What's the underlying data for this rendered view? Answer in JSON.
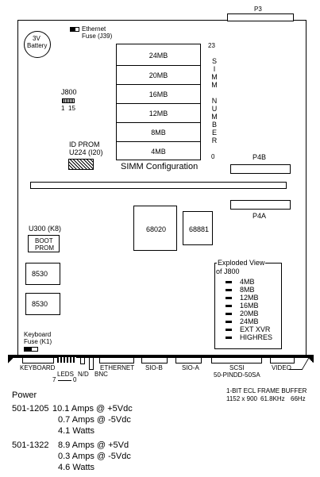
{
  "board": {
    "p3": "P3",
    "battery": [
      "3V",
      "Battery"
    ],
    "ethernet_fuse": [
      "Ethernet",
      "Fuse (J39)"
    ],
    "simm_top_num": "23",
    "simm_bottom_num": "0",
    "simm_vertical": [
      "S",
      "I",
      "M",
      "M",
      "",
      "N",
      "U",
      "M",
      "B",
      "E",
      "R"
    ],
    "simm_rows": [
      "24MB",
      "20MB",
      "16MB",
      "12MB",
      "8MB",
      "4MB"
    ],
    "simm_caption": "SIMM Configuration",
    "j800": {
      "label": "J800",
      "left": "1",
      "right": "15"
    },
    "id_prom": [
      "ID PROM",
      "U224 (I20)"
    ],
    "p4b": "P4B",
    "p4a": "P4A",
    "u300": "U300 (K8)",
    "boot_prom": [
      "BOOT",
      "PROM"
    ],
    "chip_68020": "68020",
    "chip_68881": "68881",
    "chip_8530_a": "8530",
    "chip_8530_b": "8530",
    "exploded": {
      "title": [
        "Exploded View",
        "of J800"
      ],
      "items": [
        "4MB",
        "8MB",
        "12MB",
        "16MB",
        "20MB",
        "24MB",
        "EXT XVR",
        "HIGHRES"
      ]
    },
    "keyboard_fuse": [
      "Keyboard",
      "Fuse (K1)"
    ]
  },
  "connectors": {
    "keyboard": "KEYBOARD",
    "leds": "LEDS",
    "leds_range": [
      "7",
      "0"
    ],
    "nd": "N/D",
    "bnc": "BNC",
    "ethernet": "ETHERNET",
    "sio_b": "SIO-B",
    "sio_a": "SIO-A",
    "scsi": [
      "SCSI",
      "50-PINDD-50SA"
    ],
    "video": "VIDEO"
  },
  "frame_buffer": [
    "1-BIT ECL FRAME BUFFER",
    "1152 x 900",
    "61.8KHz",
    "66Hz"
  ],
  "power": {
    "title": "Power",
    "groups": [
      {
        "part": "501-1205",
        "lines": [
          "10.1 Amps @ +5Vdc",
          "0.7 Amps @ -5Vdc",
          "4.1 Watts"
        ]
      },
      {
        "part": "501-1322",
        "lines": [
          "8.9 Amps @ +5Vd",
          "0.3 Amps @ -5Vdc",
          "4.6 Watts"
        ]
      }
    ]
  }
}
